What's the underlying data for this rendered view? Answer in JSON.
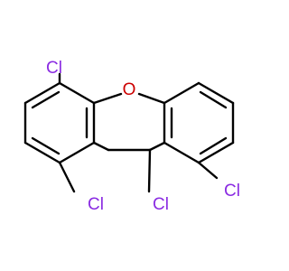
{
  "molecule": {
    "atoms": {
      "oxygen": "O",
      "cl_top_left": "Cl",
      "cl_bottom_left": "Cl",
      "cl_bottom_middle": "Cl",
      "cl_right": "Cl"
    },
    "colors": {
      "bond": "#000000",
      "oxygen": "#cc0000",
      "chlorine": "#8a2be2"
    }
  }
}
